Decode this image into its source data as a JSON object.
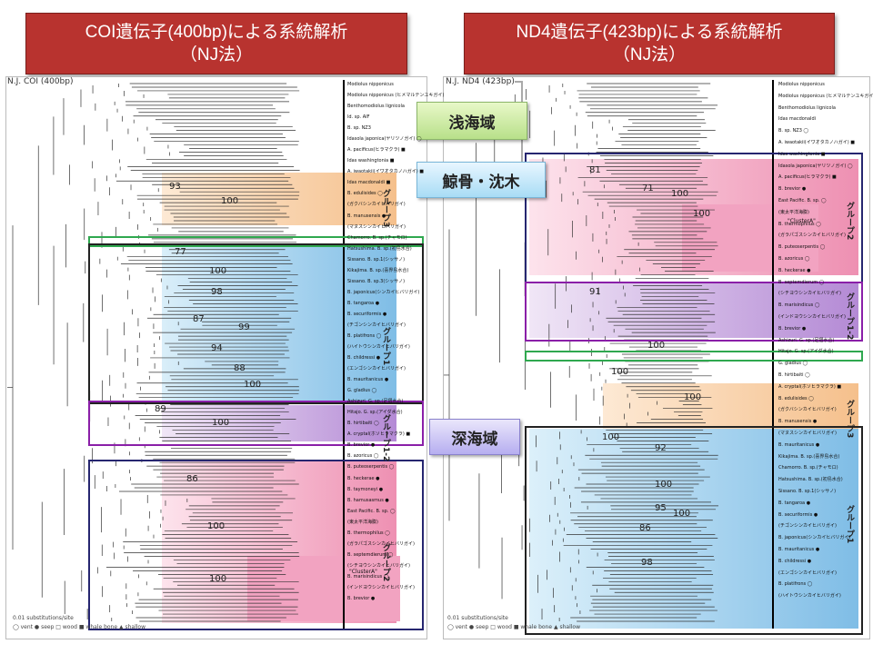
{
  "banners": {
    "left": {
      "line1": "COI遺伝子(400bp)による系統解析",
      "line2": "（NJ法）"
    },
    "right": {
      "line1": "ND4遺伝子(423bp)による系統解析",
      "line2": "（NJ法）"
    }
  },
  "tags": {
    "shallow": "浅海域",
    "whale": "鯨骨・沈木",
    "deep": "深海域"
  },
  "left_tree": {
    "header_snip": "N.J. COI (400bp)",
    "bootstraps": [
      "93",
      "100",
      "77",
      "100",
      "98",
      "87",
      "99",
      "94",
      "88",
      "100",
      "89",
      "100",
      "86",
      "100",
      "100"
    ],
    "groups": [
      "グループ3",
      "グループ1",
      "グループ1-2",
      "グループ2"
    ],
    "cluster_label": "\"ClusterA\"",
    "species": [
      "Modiolus nipponicus",
      "Modiolus nipponicus (ヒメマルテンユキガイ)",
      "Benthomodiolus lignicola",
      "ld. sp. AIF",
      "B. sp. NZ3",
      "Idasola japonica(ヤリツノガイ) ◯",
      "A. pacificus(ヒラマクラ) ■",
      "Idas washingtonia ■",
      "A. iwaotakii(イワオタカノハガイ) ■",
      "Idas macdonaldi ■",
      "B. edulisides ◯",
      "(ガクバシンカイヒバリガイ)",
      "B. manusensis ●",
      "(マヌスシンカイヒバリガイ)",
      "Chamorro. B. sp.(チャモロ)",
      "Hatsushima. B. sp.(初島水合)",
      "Sissano. B. sp.1(シッサノ)",
      "Kikajima. B. sp.(喜界島水合)",
      "Sissano. B. sp.3(シッサノ)",
      "B. japonicus(シンカイヒバリガイ)",
      "B. tangaroa ●",
      "B. securiformis ●",
      "(チゴンシンカイヒバリガイ)",
      "B. platifrons ◯",
      "(ハイトウシンカイヒバリガイ)",
      "B. childressi ●",
      "(エンゴシンカイヒバリガイ)",
      "B. mauritanicus ●",
      "G. gladius ◯",
      "Ashizuri. G. sp.(足摺水合)",
      "Hitajo. G. sp.(アイダ水合)",
      "B. hirtibaiti ◯",
      "A. cryptal(ホソヒラマクラ) ■",
      "B. brevior ●",
      "B. azoricus ◯",
      "B. puteoserpentis ◯",
      "B. heckerae ●",
      "B. taymoneyi ●",
      "B. hamusasmus ●",
      "East Pacific. B. sp. ◯",
      "(東太平洋海膨)",
      "B. thermophilus ◯",
      "(ガラパゴスシンカイヒバリガイ)",
      "B. septemdierum ◯",
      "(シチヨウシンカイヒバリガイ)",
      "B. marisindicus ◯",
      "(インドヨウシンカイヒバリガイ)",
      "B. brevior ●"
    ],
    "legend": "0.01 substitutions/site",
    "legend_keys": "◯ vent  ● seep  □ wood  ■ whale bone  ▲ shallow"
  },
  "right_tree": {
    "header_snip": "N.J. ND4 (423bp)",
    "bootstraps": [
      "81",
      "71",
      "100",
      "100",
      "91",
      "100",
      "100",
      "100",
      "100",
      "92",
      "100",
      "95",
      "100",
      "86",
      "98"
    ],
    "groups": [
      "グループ2",
      "グループ1-2",
      "グループ3",
      "グループ1"
    ],
    "cluster_label": "\"ClusterA\"",
    "species": [
      "Modiolus nipponicus",
      "Modiolus nipponicus (ヒメマルテンユキガイ)",
      "Benthomodiolus lignicola",
      "Idas macdonaldi",
      "B. sp. NZ3 ◯",
      "A. iwaotakii(イワオタカノハガイ) ■",
      "Idas washingtonia ■",
      "Idasola japonica(ヤリツノガイ) ◯",
      "A. pacificus(ヒラマクラ) ■",
      "B. brevior ●",
      "East Pacific. B. sp. ◯",
      "(東太平洋海膨)",
      "B. thermophilus ◯",
      "(ガラパゴスシンカイヒバリガイ)",
      "B. puteoserpentis ◯",
      "B. azoricus ◯",
      "B. heckerae ●",
      "B. septemdierum ◯",
      "(シチヨウシンカイヒバリガイ)",
      "B. marisindicus ◯",
      "(インドヨウシンカイヒバリガイ)",
      "B. brevior ●",
      "Ashizuri. G. sp.(足摺水合)",
      "Hitajo. G. sp.(アイダ水合)",
      "G. gladius ◯",
      "B. hirtibaiti ◯",
      "A. cryptal(ホソヒラマクラ) ■",
      "B. edulisides ◯",
      "(ガクバシンカイヒバリガイ)",
      "B. manusensis ●",
      "(マヌスシンカイヒバリガイ)",
      "B. mauritanicus ●",
      "Kikajima. B. sp.(喜界島水合)",
      "Chamorro. B. sp.(チャモロ)",
      "Hatsushima. B. sp.(初島水合)",
      "Sissano. B. sp.1(シッサノ)",
      "B. tangaroa ●",
      "B. securiformis ●",
      "(チゴンシンカイヒバリガイ)",
      "B. japonicus(シンカイヒバリガイ)",
      "B. mauritanicus ●",
      "B. childressi ●",
      "(エンゴシンカイヒバリガイ)",
      "B. platifrons ◯",
      "(ハイトウシンカイヒバリガイ)"
    ],
    "legend": "0.01 substitutions/site",
    "legend_keys": "◯ vent  ● seep  □ wood  ■ whale bone  ▲ shallow"
  },
  "colors": {
    "banner_red": "#b8332f",
    "group3_orange": "#f7c999",
    "group1_blue": "#8cc6ea",
    "group12_purple": "#c7a6de",
    "group2_pink": "#f29fbe",
    "clusterA_pink": "#f39bb8",
    "box_green": "#2fa84f",
    "box_navy": "#262670",
    "box_purple": "#8a1fa8",
    "box_black": "#222222"
  }
}
